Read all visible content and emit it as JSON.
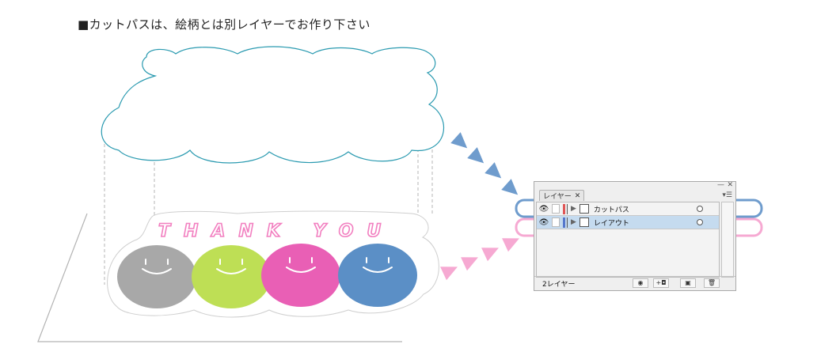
{
  "heading": "■カットパスは、絵柄とは別レイヤーでお作り下さい",
  "sticker": {
    "text": "THANK YOU",
    "faces": [
      {
        "name": "gray-face",
        "color": "#a8a8a8"
      },
      {
        "name": "green-face",
        "color": "#bedf55"
      },
      {
        "name": "pink-face",
        "color": "#e95fb5"
      },
      {
        "name": "blue-face",
        "color": "#5b8fc6"
      }
    ]
  },
  "colors": {
    "cut_path": "#2a9ab0",
    "blue_arrow": "#6f9ccd",
    "pink_arrow": "#f6a9d2",
    "thank_you_outline": "#f27fc0"
  },
  "layers_panel": {
    "tab_label": "レイヤー",
    "layers": [
      {
        "name": "カットパス",
        "swatch": "#e05656",
        "selected": false
      },
      {
        "name": "レイアウト",
        "swatch": "#5577cc",
        "selected": true
      }
    ],
    "footer_count": "2レイヤー",
    "icons": [
      "eye-icon",
      "triangle-icon",
      "target-icon",
      "locate-icon",
      "sublayer-icon",
      "new-layer-icon",
      "trash-icon"
    ]
  }
}
